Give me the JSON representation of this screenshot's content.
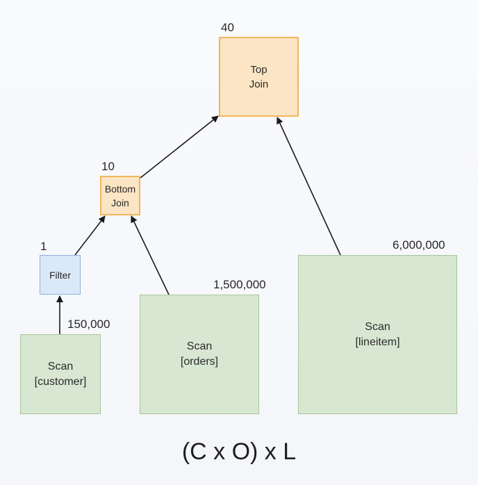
{
  "nodes": {
    "top_join": {
      "label_line1": "Top",
      "label_line2": "Join",
      "cardinality": "40"
    },
    "bottom_join": {
      "label_line1": "Bottom",
      "label_line2": "Join",
      "cardinality": "10"
    },
    "filter": {
      "label": "Filter",
      "cardinality": "1"
    },
    "scan_customer": {
      "label_line1": "Scan",
      "label_line2": "[customer]",
      "cardinality": "150,000"
    },
    "scan_orders": {
      "label_line1": "Scan",
      "label_line2": "[orders]",
      "cardinality": "1,500,000"
    },
    "scan_lineitem": {
      "label_line1": "Scan",
      "label_line2": "[lineitem]",
      "cardinality": "6,000,000"
    }
  },
  "formula": "(C x O) x L",
  "colors": {
    "join_fill": "#fbe5c4",
    "join_border": "#f0b65a",
    "filter_fill": "#dbe8f8",
    "filter_border": "#8fb1de",
    "scan_fill": "#d8e7d2",
    "scan_border": "#a6c69a",
    "arrow": "#1a1a1a"
  }
}
